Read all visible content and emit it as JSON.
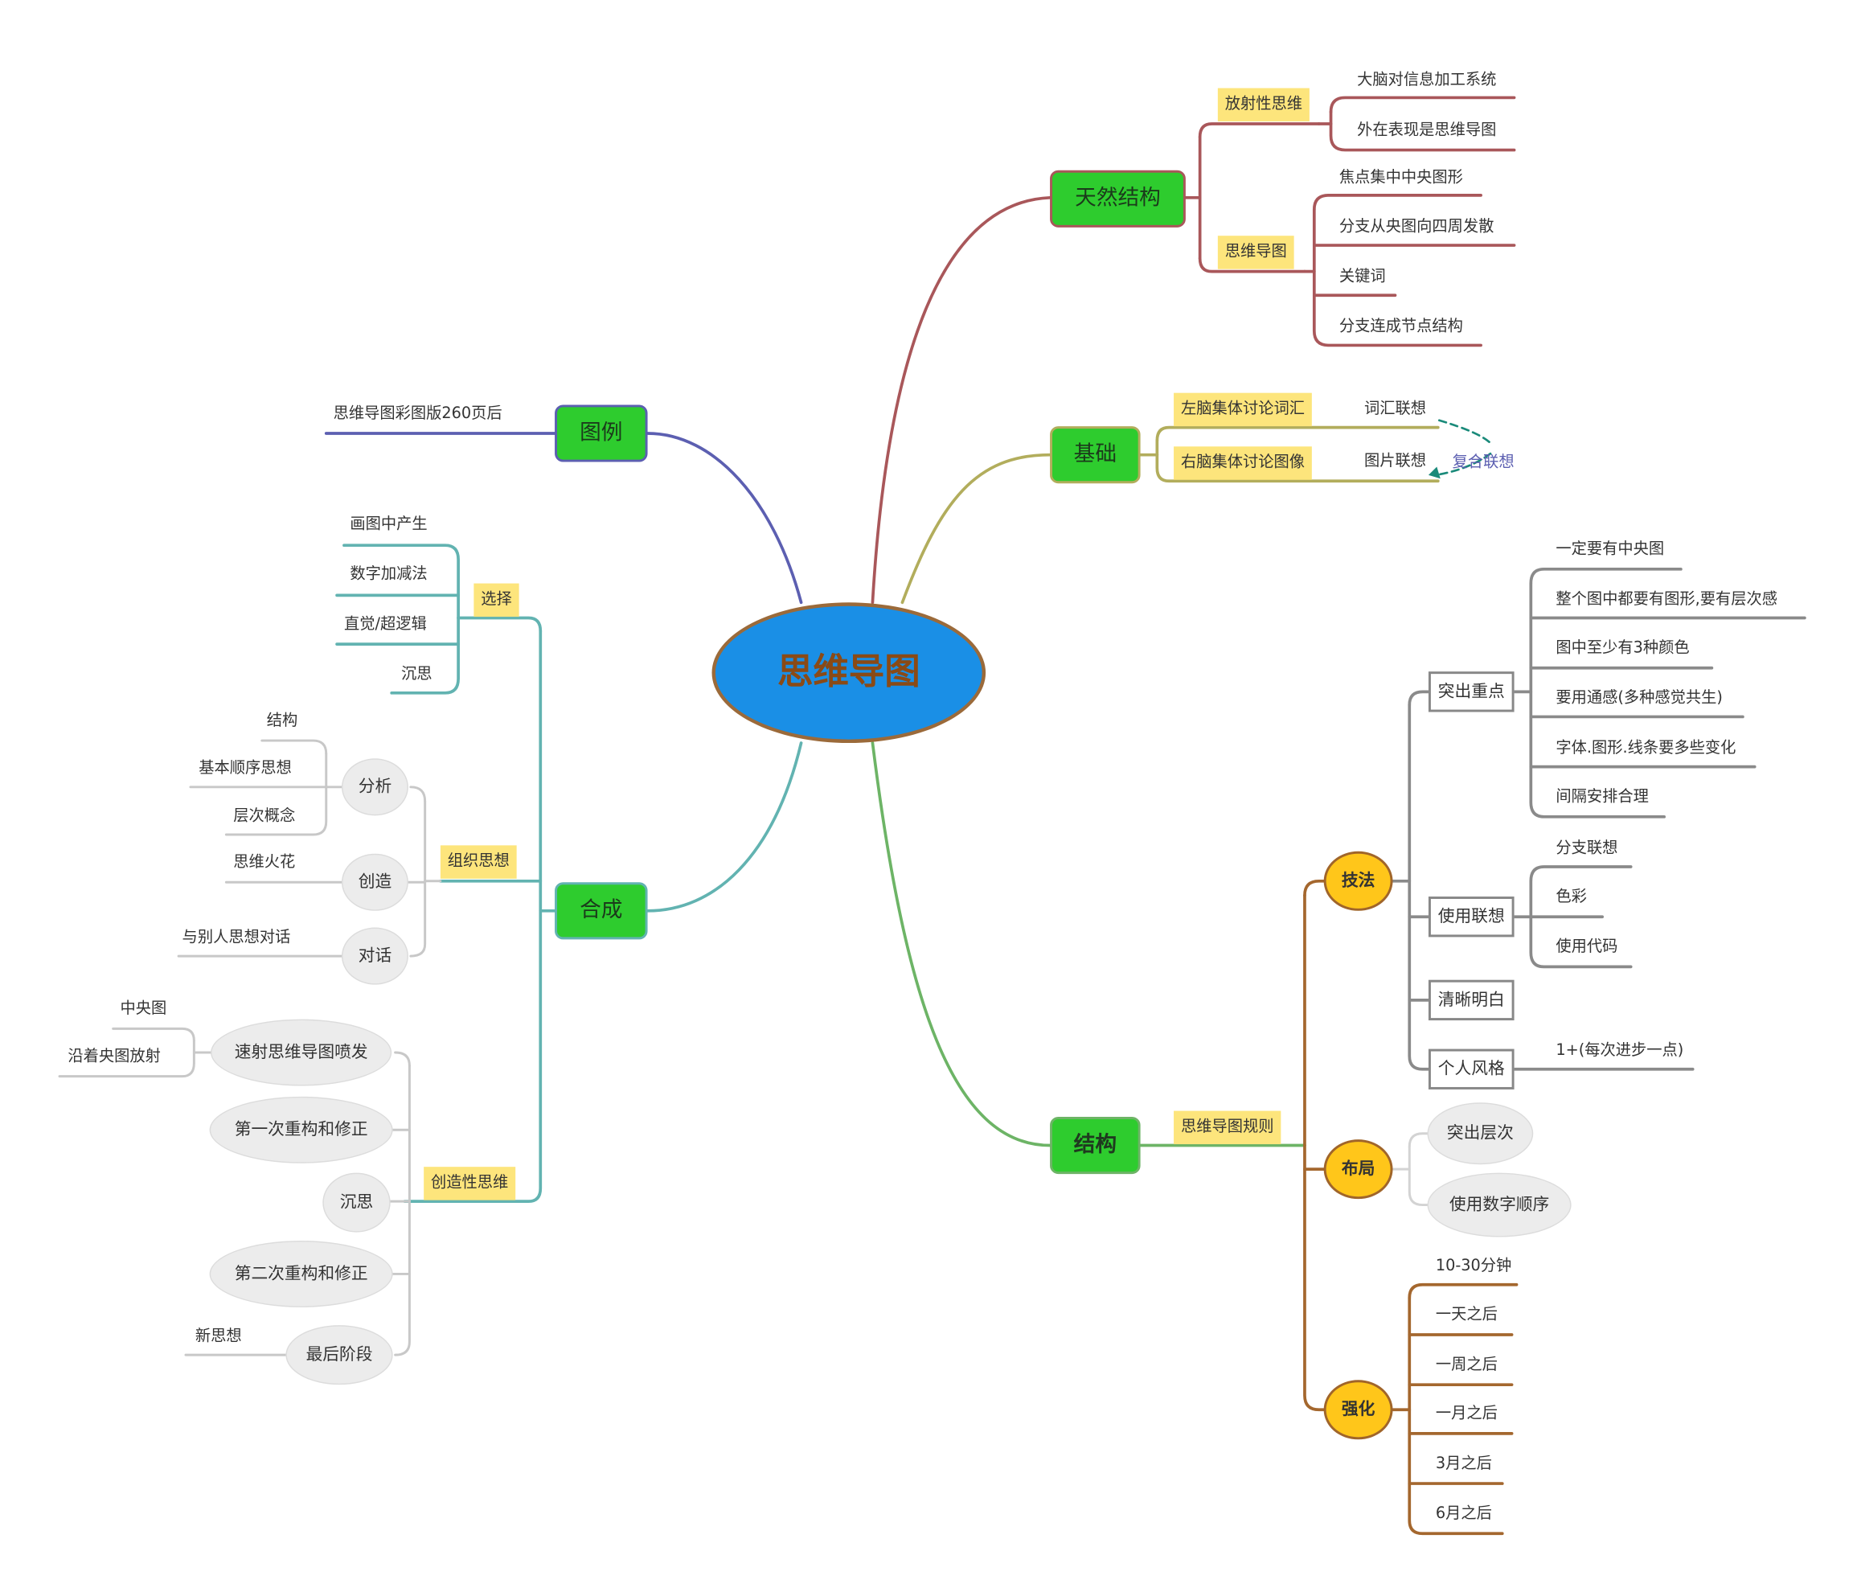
{
  "center": "思维导图",
  "branches": {
    "natural": {
      "label": "天然结构",
      "radial": {
        "label": "放射性思维",
        "items": [
          "大脑对信息加工系统",
          "外在表现是思维导图"
        ]
      },
      "mindmap": {
        "label": "思维导图",
        "items": [
          "焦点集中中央图形",
          "分支从央图向四周发散",
          "关键词",
          "分支连成节点结构"
        ]
      }
    },
    "basis": {
      "label": "基础",
      "left": {
        "label": "左脑集体讨论词汇",
        "item": "词汇联想"
      },
      "right": {
        "label": "右脑集体讨论图像",
        "item": "图片联想"
      },
      "compound": "复合联想"
    },
    "legend": {
      "label": "图例",
      "note": "思维导图彩图版260页后"
    },
    "synthesis": {
      "label": "合成",
      "choose": {
        "label": "选择",
        "items": [
          "画图中产生",
          "数字加减法",
          "直觉/超逻辑",
          "沉思"
        ]
      },
      "organize": {
        "label": "组织思想",
        "analyze": {
          "label": "分析",
          "items": [
            "结构",
            "基本顺序思想",
            "层次概念"
          ]
        },
        "create": {
          "label": "创造",
          "items": [
            "思维火花"
          ]
        },
        "dialog": {
          "label": "对话",
          "items": [
            "与别人思想对话"
          ]
        }
      },
      "creative": {
        "label": "创造性思维",
        "burst": {
          "label": "速射思维导图喷发",
          "items": [
            "中央图",
            "沿着央图放射"
          ]
        },
        "first": "第一次重构和修正",
        "ponder": "沉思",
        "second": "第二次重构和修正",
        "final": {
          "label": "最后阶段",
          "items": [
            "新思想"
          ]
        }
      }
    },
    "structure": {
      "label": "结构",
      "rules": "思维导图规则",
      "technique": {
        "label": "技法",
        "highlight": {
          "label": "突出重点",
          "items": [
            "一定要有中央图",
            "整个图中都要有图形,要有层次感",
            "图中至少有3种颜色",
            "要用通感(多种感觉共生)",
            "字体.图形.线条要多些变化",
            "间隔安排合理"
          ]
        },
        "association": {
          "label": "使用联想",
          "items": [
            "分支联想",
            "色彩",
            "使用代码"
          ]
        },
        "clear": {
          "label": "清晰明白"
        },
        "style": {
          "label": "个人风格",
          "items": [
            "1+(每次进步一点)"
          ]
        }
      },
      "layout": {
        "label": "布局",
        "items": [
          "突出层次",
          "使用数字顺序"
        ]
      },
      "reinforce": {
        "label": "强化",
        "items": [
          "10-30分钟",
          "一天之后",
          "一周之后",
          "一月之后",
          "3月之后",
          "6月之后"
        ]
      }
    }
  },
  "colors": {
    "natural": "#a9575a",
    "basis": "#b2ad5c",
    "legend": "#5c5fb1",
    "synthesis": "#62b3b1",
    "structure": "#6db466",
    "structure_sub": "#a4672e",
    "gray": "#8a8a8a",
    "light_gray": "#c8c8c8"
  }
}
